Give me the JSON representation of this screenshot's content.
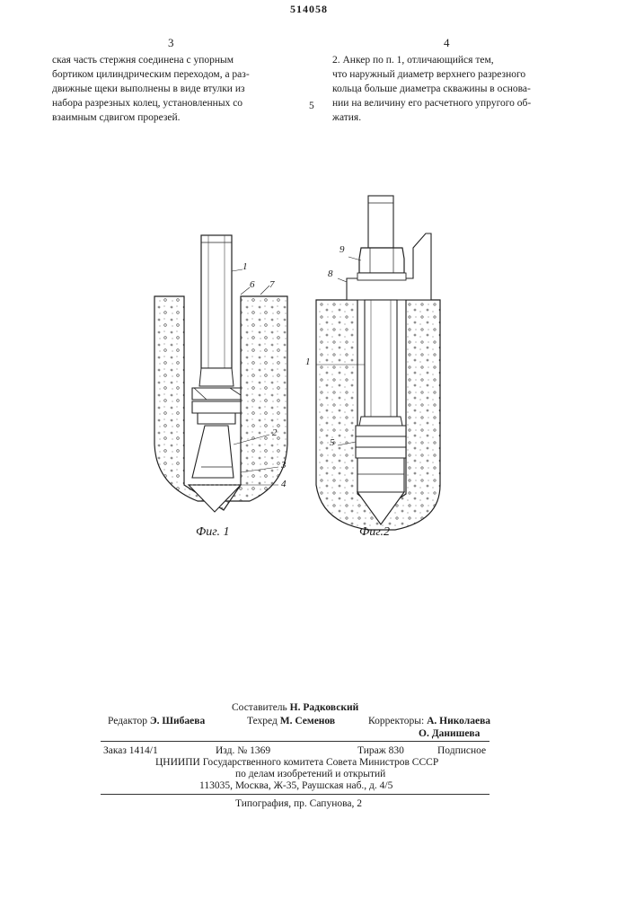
{
  "patent_number": "514058",
  "column_left_number": "3",
  "column_right_number": "4",
  "line_number_5": "5",
  "left_column_lines": [
    "ская часть стержня соединена с упорным",
    "бортиком цилиндрическим переходом, а раз-",
    "движные щеки выполнены в виде втулки из",
    "набора разрезных колец, установленных со",
    "взаимным сдвигом прорезей."
  ],
  "right_column_lines": [
    "2. Анкер по п. 1, отличающийся тем,",
    "что наружный диаметр верхнего разрезного",
    "кольца больше диаметра скважины в основа-",
    "нии на величину его расчетного упругого об-",
    "жатия."
  ],
  "figure1": {
    "caption": "Фиг. 1",
    "labels": {
      "l1": "1",
      "l6": "6",
      "l7": "7",
      "l2": "2",
      "l3": "3",
      "l4": "4"
    }
  },
  "figure2": {
    "caption": "Фиг.2",
    "labels": {
      "l9": "9",
      "l8": "8",
      "l1": "1",
      "l5": "5"
    }
  },
  "footer": {
    "compiler_label": "Составитель",
    "compiler_name": "Н. Радковский",
    "editor_label": "Редактор",
    "editor_name": "Э. Шибаева",
    "techred_label": "Техред",
    "techred_name": "М. Семенов",
    "correctors_label": "Корректоры:",
    "corrector1": "А. Николаева",
    "corrector2": "О. Данишева",
    "order": "Заказ 1414/1",
    "edition": "Изд. № 1369",
    "circulation": "Тираж 830",
    "subscription": "Подписное",
    "org_line1": "ЦНИИПИ Государственного комитета Совета Министров СССР",
    "org_line2": "по делам изобретений и открытий",
    "org_line3": "113035, Москва, Ж-35, Раушская наб., д. 4/5",
    "printing": "Типография, пр. Сапунова, 2"
  }
}
